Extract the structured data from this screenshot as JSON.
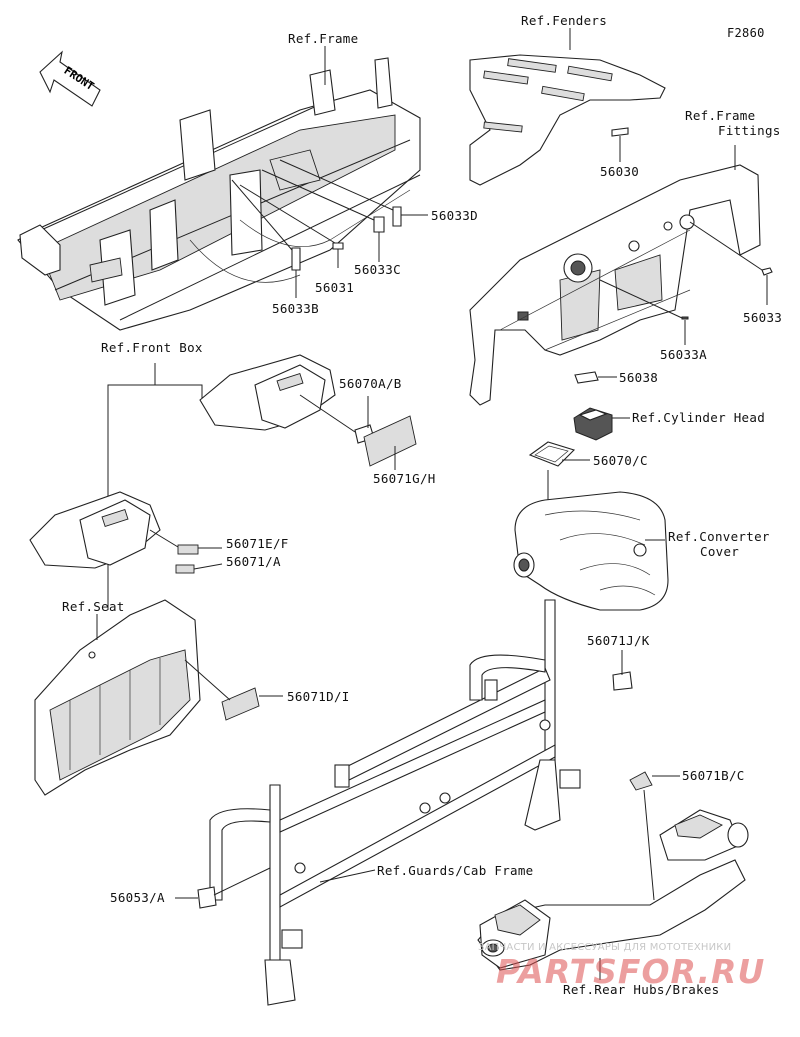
{
  "figure_code": "F2860",
  "front_arrow_label": "FRONT",
  "labels": {
    "ref_frame": "Ref.Frame",
    "ref_fenders": "Ref.Fenders",
    "ref_frame_fittings_1": "Ref.Frame",
    "ref_frame_fittings_2": "Fittings",
    "ref_front_box": "Ref.Front Box",
    "ref_cylinder_head": "Ref.Cylinder Head",
    "ref_converter_cover_1": "Ref.Converter",
    "ref_converter_cover_2": "Cover",
    "ref_seat": "Ref.Seat",
    "ref_guards_cab_frame": "Ref.Guards/Cab Frame",
    "ref_rear_hubs_brakes": "Ref.Rear Hubs/Brakes"
  },
  "part_numbers": {
    "p56033D": "56033D",
    "p56033C": "56033C",
    "p56031": "56031",
    "p56033B": "56033B",
    "p56030": "56030",
    "p56033": "56033",
    "p56033A": "56033A",
    "p56038": "56038",
    "p56070A_B": "56070A/B",
    "p56071G_H": "56071G/H",
    "p56070C": "56070/C",
    "p56071E_F": "56071E/F",
    "p56071A": "56071/A",
    "p56071D_I": "56071D/I",
    "p56071J_K": "56071J/K",
    "p56071B_C": "56071B/C",
    "p56053A": "56053/A"
  },
  "watermark": {
    "text": "ЗАПЧАСТИ И АКСЕССУАРЫ ДЛЯ МОТОТЕХНИКИ",
    "brand": "PARTSFOR.RU"
  }
}
